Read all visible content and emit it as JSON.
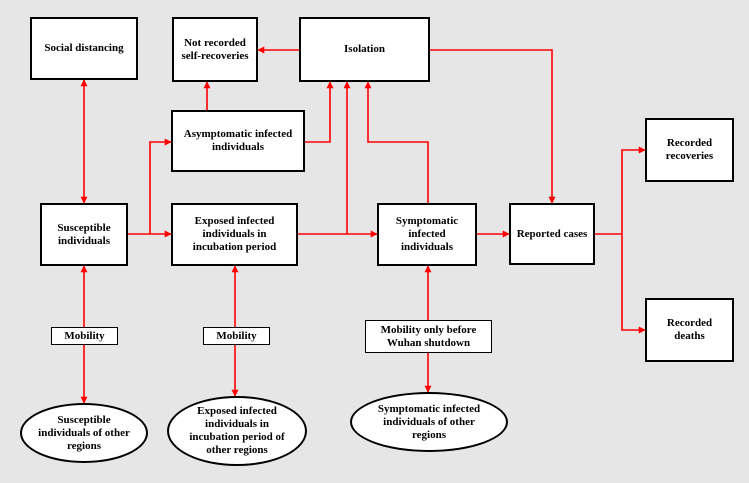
{
  "colors": {
    "background": "#e6e6e6",
    "arrow": "#ff0000",
    "border": "#000000"
  },
  "nodes": {
    "social_distancing": "Social distancing",
    "not_recorded": "Not recorded self-recoveries",
    "isolation": "Isolation",
    "asymptomatic": "Asymptomatic infected individuals",
    "recorded_recoveries": "Recorded recoveries",
    "susceptible": "Susceptible individuals",
    "exposed": "Exposed infected individuals in incubation period",
    "symptomatic": "Symptomatic infected individuals",
    "reported": "Reported cases",
    "recorded_deaths": "Recorded deaths",
    "mobility_1": "Mobility",
    "mobility_2": "Mobility",
    "mobility_3": "Mobility only before Wuhan shutdown",
    "susceptible_other": "Susceptible individuals of other regions",
    "exposed_other": "Exposed infected individuals in incubation period of other regions",
    "symptomatic_other": "Symptomatic infected individuals of other regions"
  }
}
